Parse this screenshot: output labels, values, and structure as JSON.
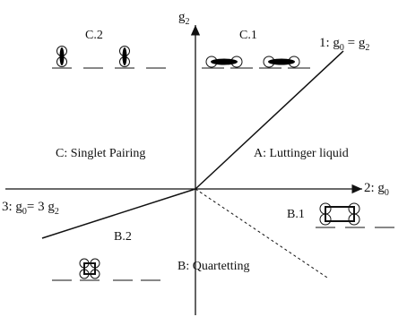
{
  "axes": {
    "g2_label": "g",
    "g2_sub": "2",
    "g0_prefix": "2: g",
    "g0_sub": "0"
  },
  "lines": {
    "line1_prefix": "1: g",
    "line1_sub0": "0",
    "line1_eq": " = g",
    "line1_sub2": "2",
    "line3_prefix": "3: g",
    "line3_sub0": "0",
    "line3_eq": "= 3 g",
    "line3_sub2": "2"
  },
  "regions": {
    "A": "A: Luttinger liquid",
    "B": "B: Quartetting",
    "C": "C: Singlet Pairing",
    "B1": "B.1",
    "B2": "B.2",
    "C1": "C.1",
    "C2": "C.2"
  },
  "colors": {
    "stroke": "#111111",
    "fill": "#000000",
    "background": "#ffffff"
  }
}
